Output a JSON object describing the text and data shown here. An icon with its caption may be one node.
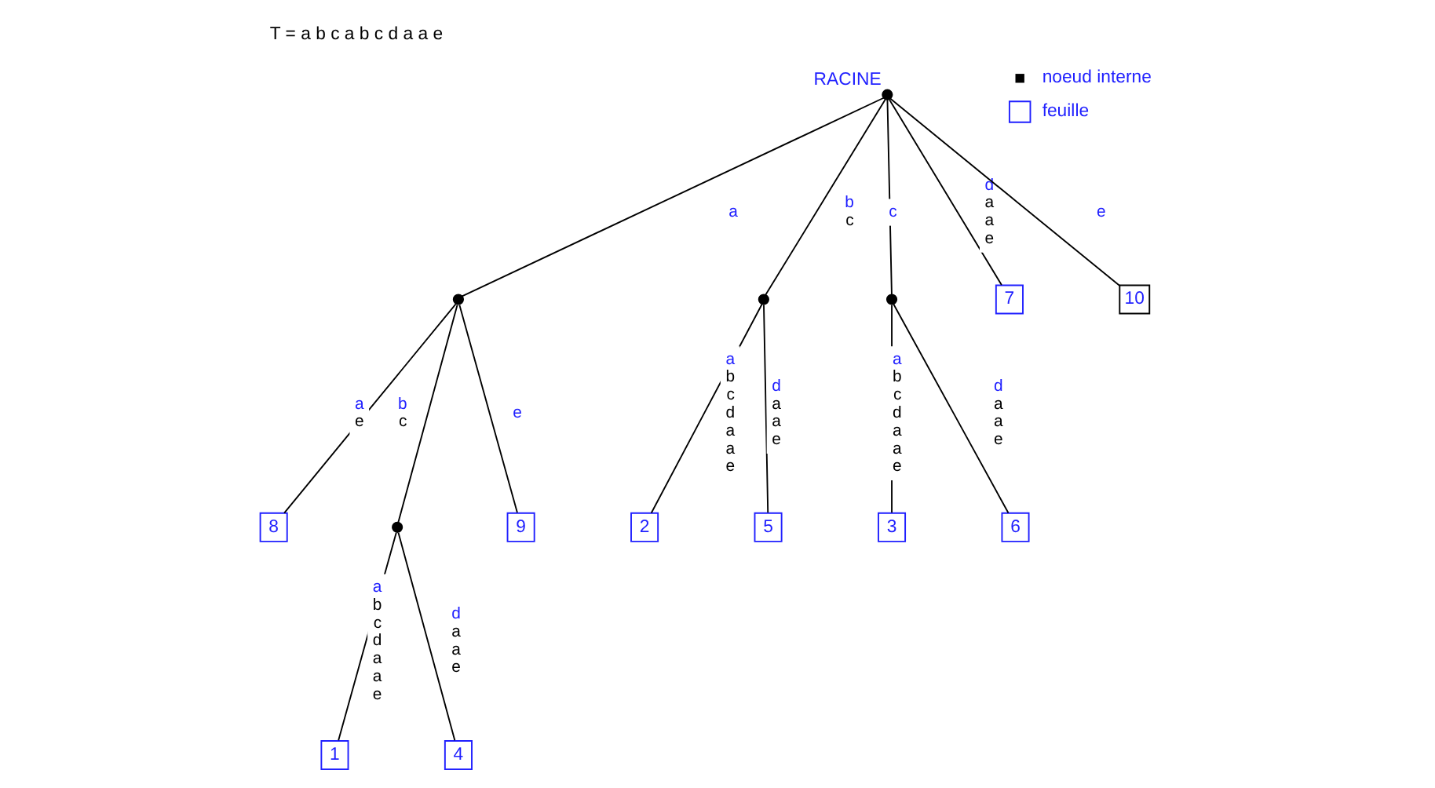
{
  "diagram": {
    "title": "T = a b c a b c d a a e",
    "nodes": [
      {
        "text": [],
        "shape": "circle",
        "beside": [
          "RACINE"
        ]
      },
      {
        "text": [],
        "shape": "circle"
      },
      {
        "text": [
          "8"
        ]
      },
      {
        "text": [],
        "shape": "circle"
      },
      {
        "text": [
          "1"
        ]
      },
      {
        "text": [
          "4"
        ]
      },
      {
        "text": [
          "9"
        ]
      },
      {
        "text": [],
        "shape": "circle"
      },
      {
        "text": [
          "2"
        ]
      },
      {
        "text": [
          "5"
        ]
      },
      {
        "text": [],
        "shape": "circle"
      },
      {
        "text": [
          "3"
        ]
      },
      {
        "text": [
          "6"
        ]
      },
      {
        "text": [
          "7"
        ]
      },
      {
        "text": [
          "10"
        ]
      }
    ],
    "edges": [
      {
        "from": 0,
        "to": 1,
        "arrow": "none",
        "label": "a"
      },
      {
        "from": 1,
        "to": 2,
        "arrow": "none",
        "label": "a e"
      },
      {
        "from": 1,
        "to": 3,
        "arrow": "none",
        "label": "b c"
      },
      {
        "from": 3,
        "to": 4,
        "arrow": "none",
        "label": "a b c d a a e"
      },
      {
        "from": 3,
        "to": 5,
        "arrow": "none",
        "label": "d a a e"
      },
      {
        "from": 1,
        "to": 6,
        "arrow": "none",
        "label": "e"
      },
      {
        "from": 0,
        "to": 7,
        "arrow": "none",
        "label": "b c"
      },
      {
        "from": 7,
        "to": 8,
        "arrow": "none",
        "label": "a b c d a a e"
      },
      {
        "from": 7,
        "to": 9,
        "arrow": "none",
        "label": "d a a e"
      },
      {
        "from": 0,
        "to": 10,
        "arrow": "none",
        "label": "c"
      },
      {
        "from": 10,
        "to": 11,
        "arrow": "none",
        "label": "a b c d a a e"
      },
      {
        "from": 10,
        "to": 12,
        "arrow": "none",
        "label": "d a a e"
      },
      {
        "from": 0,
        "to": 13,
        "arrow": "none",
        "label": "d a a e"
      },
      {
        "from": 0,
        "to": 14,
        "arrow": "none",
        "label": "e"
      }
    ],
    "legend": [
      {
        "text": "noeud interne"
      },
      {
        "text": "feuille"
      }
    ]
  }
}
